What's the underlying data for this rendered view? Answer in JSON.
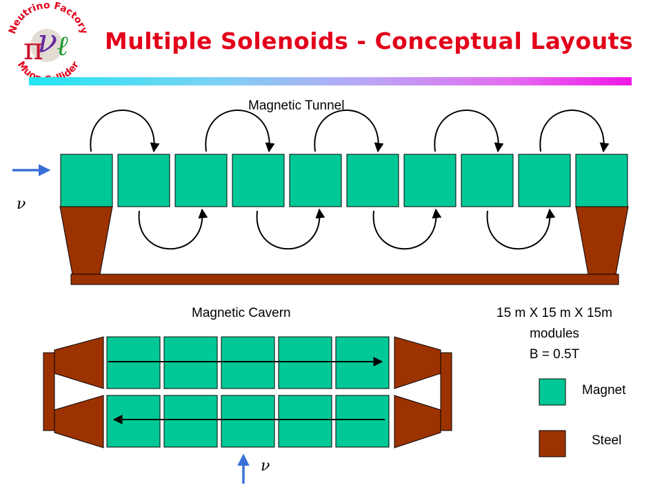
{
  "title": "Multiple Solenoids - Conceptual Layouts",
  "logo": {
    "text_top": "Neutrino Factory",
    "text_bottom": "Muon Collider",
    "symbols": "π ν ℓ"
  },
  "tunnel": {
    "label": "Magnetic Tunnel",
    "nu_label": "ν",
    "module_count": 10
  },
  "cavern": {
    "label": "Magnetic Cavern",
    "nu_label": "ν",
    "modules_per_row": 5,
    "rows": 2
  },
  "specs": {
    "line1": "15 m X 15 m X 15m",
    "line2": "modules",
    "line3": "B = 0.5T"
  },
  "legend": {
    "magnet_label": "Magnet",
    "steel_label": "Steel"
  },
  "colors": {
    "magnet": "#00c896",
    "steel": "#9c3200",
    "title": "#e3001b",
    "beam_arrow": "#3a6fd8"
  }
}
